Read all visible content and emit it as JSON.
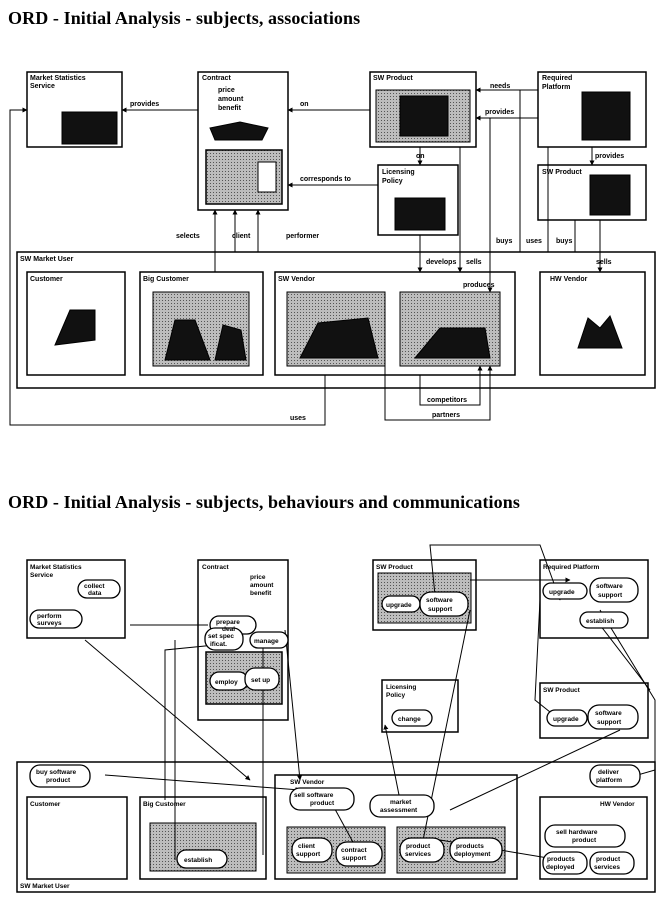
{
  "diagram1": {
    "title": "ORD - Initial Analysis - subjects, associations",
    "boxes": {
      "market_stats": [
        "Market Statistics",
        "Service"
      ],
      "contract": "Contract",
      "contract_attrs": [
        "price",
        "amount",
        "benefit"
      ],
      "sw_product": "SW Product",
      "required_platform": [
        "Required",
        "Platform"
      ],
      "licensing_policy": [
        "Licensing",
        "Policy"
      ],
      "sw_product_2": "SW Product",
      "sw_market_user": "SW Market User",
      "customer": "Customer",
      "big_customer": "Big Customer",
      "sw_vendor": "SW Vendor",
      "hw_vendor": "HW Vendor"
    },
    "labels": {
      "provides_market": "provides",
      "on": "on",
      "needs": "needs",
      "provides_platform": "provides",
      "on_product": "on",
      "provides_product": "provides",
      "corresponds_to": "corresponds to",
      "selects": "selects",
      "client": "client",
      "performer": "performer",
      "develops": "develops",
      "sells": "sells",
      "buys_1": "buys",
      "uses": "uses",
      "buys_2": "buys",
      "sells_hw": "sells",
      "produces": "produces",
      "competitors": "competitors",
      "partners": "partners",
      "uses_bottom": "uses"
    }
  },
  "diagram2": {
    "title": "ORD - Initial Analysis - subjects, behaviours and communications",
    "boxes": {
      "market_stats": [
        "Market Statistics",
        "Service"
      ],
      "contract": "Contract",
      "contract_attrs": [
        "price",
        "amount",
        "benefit"
      ],
      "sw_product": "SW Product",
      "required_platform": "Required Platform",
      "licensing_policy": [
        "Licensing",
        "Policy"
      ],
      "sw_product_2": "SW Product",
      "customer": "Customer",
      "big_customer": "Big Customer",
      "sw_vendor": "SW Vendor",
      "hw_vendor": "HW Vendor",
      "sw_market_user": "SW Market User"
    },
    "behaviours": {
      "collect_data": [
        "collect",
        "data"
      ],
      "perform_surveys": [
        "perform",
        "surveys"
      ],
      "prepare_deal": [
        "prepare",
        "deal"
      ],
      "set_specification": [
        "set spec",
        "ificat."
      ],
      "manage": "manage",
      "employ": "employ",
      "set_up": "set up",
      "upgrade_1": "upgrade",
      "software_support_1": [
        "software",
        "support"
      ],
      "upgrade_2": "upgrade",
      "software_support_2": [
        "software",
        "support"
      ],
      "establish_1": "establish",
      "change": "change",
      "upgrade_3": "upgrade",
      "software_support_3": [
        "software",
        "support"
      ],
      "buy_software_product": [
        "buy software",
        "product"
      ],
      "sell_software_product": [
        "sell software",
        "product"
      ],
      "market_assessment": [
        "market",
        "assessment"
      ],
      "client_support": [
        "client",
        "support"
      ],
      "contract_support": [
        "contract",
        "support"
      ],
      "product_services_1": [
        "product",
        "services"
      ],
      "products_deployment": [
        "products",
        "deployment"
      ],
      "deliver_platform": [
        "deliver",
        "platform"
      ],
      "sell_hardware_product": [
        "sell hardware",
        "product"
      ],
      "products_deployed": [
        "products",
        "deployed"
      ],
      "product_services_2": [
        "product",
        "services"
      ],
      "establish_2": "establish"
    }
  }
}
